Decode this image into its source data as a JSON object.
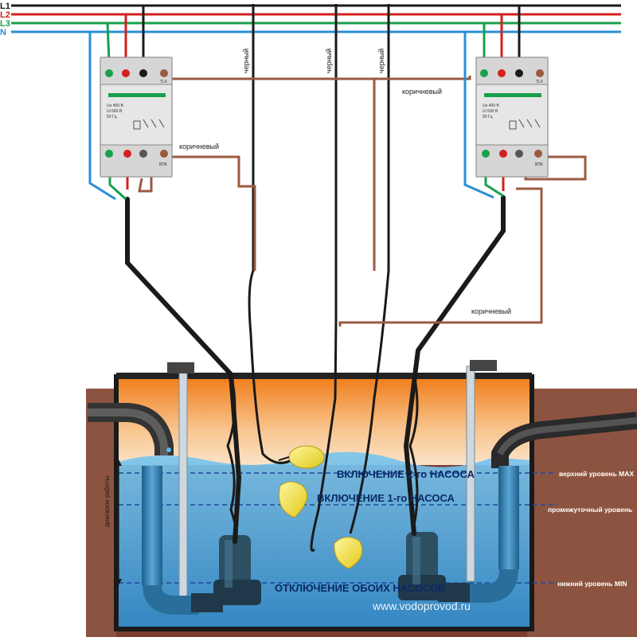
{
  "power_lines": [
    {
      "name": "L1",
      "color": "#1a1a1a"
    },
    {
      "name": "L2",
      "color": "#d42020"
    },
    {
      "name": "L3",
      "color": "#18a04a"
    },
    {
      "name": "N",
      "color": "#2b8fd6"
    }
  ],
  "wire_labels": {
    "black": "черный",
    "brown": "коричневый"
  },
  "relays": [
    {
      "specs": [
        "Uн 400 В",
        "Ui 660 В",
        "50 Гц"
      ],
      "terminal_top": "TL4",
      "terminal_bottom": "ВПК"
    },
    {
      "specs": [
        "Uн 400 В",
        "Ui 500 В",
        "50 Гц"
      ],
      "terminal_top": "TL4",
      "terminal_bottom": "ВПК"
    }
  ],
  "stages": {
    "pump2_on": "ВКЛЮЧЕНИЕ 2-го НАСОСА",
    "pump1_on": "ВКЛЮЧЕНИЕ 1-го НАСОСА",
    "both_off": "ОТКЛЮЧЕНИЕ ОБОИХ НАСОСОВ"
  },
  "levels": {
    "max": "верхний уровень MAX",
    "mid": "промежуточный уровень",
    "min": "нижний уровень MIN"
  },
  "range_label": "диапазон работы",
  "watermark": "www.vodoprovod.ru",
  "colors": {
    "black_wire": "#1a1a1a",
    "red_wire": "#d42020",
    "green_wire": "#18a04a",
    "blue_wire": "#2b8fd6",
    "brown_wire": "#9b5a40",
    "water": "#4aa8e0",
    "tank_orange": "#f08a2a",
    "soil": "#8a4a38",
    "float": "#f2e23a",
    "relay_body": "#e6e6e6"
  }
}
